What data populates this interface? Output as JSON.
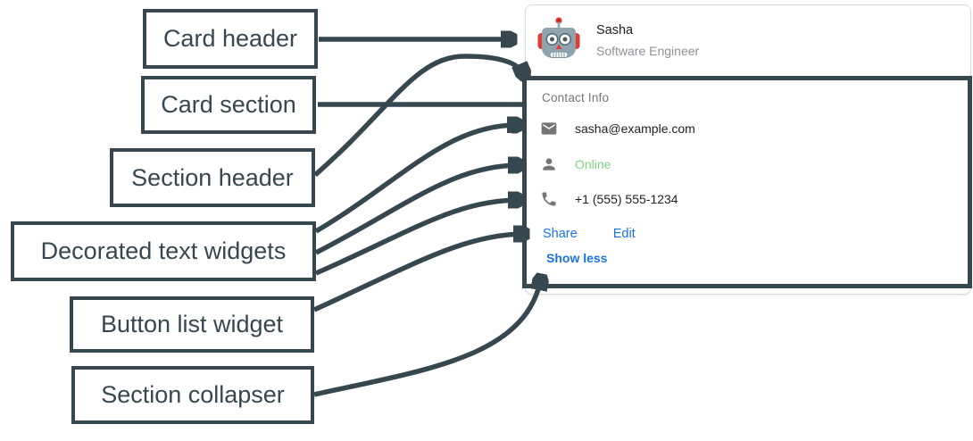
{
  "labels": [
    "Card header",
    "Card section",
    "Section header",
    "Decorated text widgets",
    "Button list widget",
    "Section collapser"
  ],
  "card": {
    "header": {
      "avatar_icon": "robot-avatar-icon",
      "title": "Sasha",
      "subtitle": "Software Engineer"
    },
    "section": {
      "title": "Contact Info",
      "rows": [
        {
          "icon": "email-icon",
          "text": "sasha@example.com"
        },
        {
          "icon": "person-icon",
          "text": "Online"
        },
        {
          "icon": "phone-icon",
          "text": "+1 (555) 555-1234"
        }
      ],
      "buttons": [
        {
          "label": "Share"
        },
        {
          "label": "Edit"
        }
      ],
      "collapser_label": "Show less"
    }
  },
  "colors": {
    "annotation_dark": "#37474f",
    "link_blue": "#1a73e8",
    "online_green": "#7bd67e",
    "icon_gray": "#757575",
    "card_border_gray": "#dadce0",
    "title_dark": "#202124",
    "subtitle_gray": "#8d9298"
  }
}
